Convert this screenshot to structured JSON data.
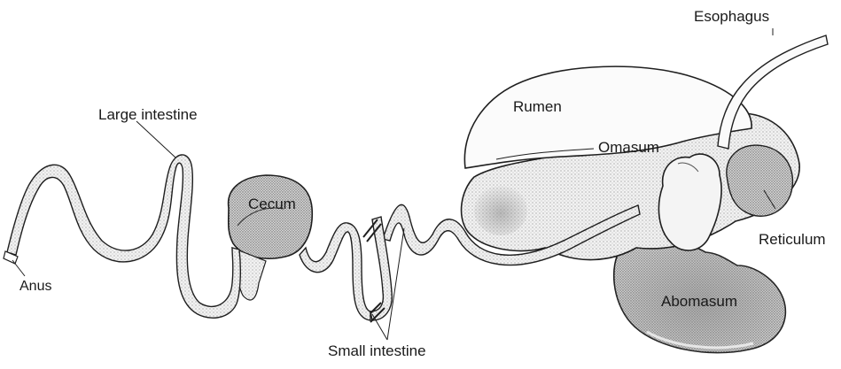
{
  "labels": {
    "esophagus": "Esophagus",
    "large_intestine": "Large intestine",
    "rumen": "Rumen",
    "omasum": "Omasum",
    "cecum": "Cecum",
    "reticulum": "Reticulum",
    "anus": "Anus",
    "abomasum": "Abomasum",
    "small_intestine": "Small intestine"
  },
  "colors": {
    "outline": "#1f1f1f",
    "stipple_light": "#e9e9e9",
    "stipple_mid": "#c9c9c9",
    "stipple_dark": "#9a9a9a"
  }
}
